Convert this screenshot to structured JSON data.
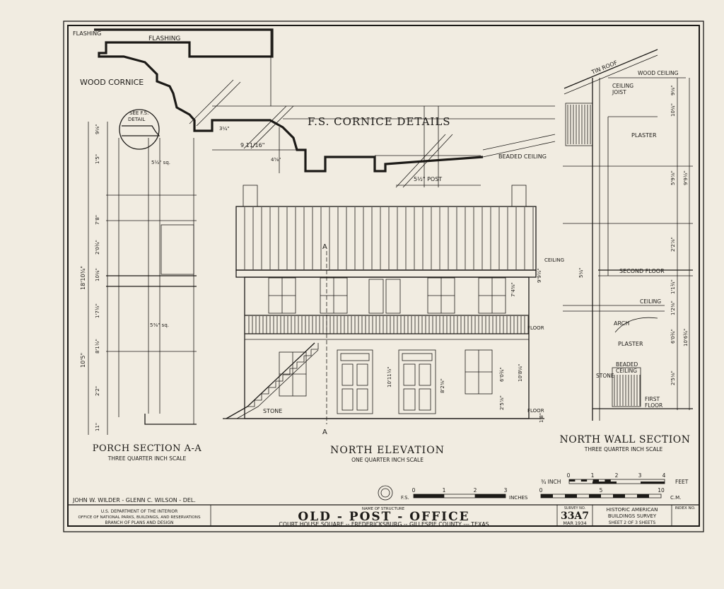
{
  "cornice": {
    "flashing_left": "FLASHING",
    "flashing": "FLASHING",
    "wood_cornice": "WOOD CORNICE",
    "title": "F.S. CORNICE DETAILS",
    "dim_a": "3¼\"",
    "dim_b": "9 11/16\"",
    "dim_c": "4⅝\"",
    "beaded_ceiling": "BEADED CEILING",
    "post": "5½\" POST"
  },
  "porch": {
    "see_fs": "SEE F.S.",
    "detail": "DETAIL",
    "dim_top": "9⅛\"",
    "dim_1": "1'5\"",
    "dim_sq": "5½\" sq.",
    "dim_2": "7'8\"",
    "dim_3": "2'0¾\"",
    "dim_4": "10¼\"",
    "dim_total": "18'10¾\"",
    "dim_5": "1'7½\"",
    "dim_sq2": "5⅜\" sq.",
    "dim_6": "8'1½\"",
    "dim_7": "10'5\"",
    "dim_8": "2'2\"",
    "dim_9": "11\"",
    "title": "PORCH SECTION A-A",
    "scale": "THREE QUARTER INCH SCALE"
  },
  "elevation": {
    "section_mark": "A",
    "ceiling": "CEILING",
    "floor": "FLOOR",
    "floor2": "FLOOR",
    "stone": "STONE",
    "dim_a": "9'9½\"",
    "dim_b": "7'4⅜\"",
    "dim_c": "10'8¼\"",
    "dim_d": "10'11½\"",
    "dim_e": "8'2⅜\"",
    "dim_f": "6'0¾\"",
    "dim_g": "2'5⅞\"",
    "dim_h": "1'8\"",
    "title": "NORTH ELEVATION",
    "scale": "ONE QUARTER INCH SCALE"
  },
  "wall": {
    "tin_roof": "TIN ROOF",
    "wood_ceiling": "WOOD CEILING",
    "ceiling_joist_1": "CEILING",
    "ceiling_joist_2": "JOIST",
    "plaster": "PLASTER",
    "second_floor": "SECOND FLOOR",
    "ceiling": "CEILING",
    "arch": "ARCH",
    "plaster2": "PLASTER",
    "stone": "STONE",
    "beaded_1": "BEADED",
    "beaded_2": "CEILING",
    "first_floor_1": "FIRST",
    "first_floor_2": "FLOOR",
    "dim_1": "9⅛\"",
    "dim_2": "10¼\"",
    "dim_3": "5'9⅞\"",
    "dim_4": "9'9½\"",
    "dim_5": "2'2⅞\"",
    "dim_6": "1'1¾\"",
    "dim_7": "1'2⅜\"",
    "dim_8": "6'0¾\"",
    "dim_9": "10'6¾\"",
    "dim_10": "2'5⅛\"",
    "dim_11": "5¼\"",
    "title": "NORTH WALL SECTION",
    "scale": "THREE QUARTER INCH SCALE"
  },
  "scales": {
    "quarter": {
      "label": "¾ INCH",
      "ticks": [
        "0",
        "1",
        "2",
        "3",
        "4"
      ],
      "unit": "FEET"
    },
    "inches": {
      "label": "F.S.",
      "ticks": [
        "0",
        "1",
        "2",
        "3"
      ],
      "unit": "INCHES"
    },
    "cm": {
      "ticks": [
        "0",
        "5",
        "10"
      ],
      "unit": "C.M."
    }
  },
  "delineators": "JOHN W. WILDER - GLENN C. WILSON - DEL.",
  "title_block": {
    "dept_1": "U.S. DEPARTMENT OF THE INTERIOR",
    "dept_2": "OFFICE OF NATIONAL PARKS, BUILDINGS, AND RESERVATIONS",
    "dept_3": "BRANCH OF PLANS AND DESIGN",
    "name_label": "NAME OF STRUCTURE",
    "name": "OLD - POST - OFFICE",
    "location": "COURT HOUSE SQUARE -- FREDERICKSBURG -- GILLESPIE COUNTY --- TEXAS",
    "survey_label": "SURVEY NO.",
    "survey_no": "33A7",
    "date": "MAR 1934",
    "habs_1": "HISTORIC AMERICAN",
    "habs_2": "BUILDINGS SURVEY",
    "sheet": "SHEET 2 OF 3 SHEETS",
    "index": "INDEX NO."
  }
}
